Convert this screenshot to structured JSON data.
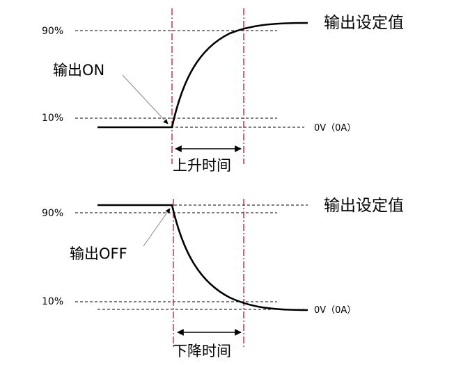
{
  "top": {
    "label_90": "90%",
    "label_10": "10%",
    "setpoint_label": "输出设定值",
    "zero_label": "0V（0A）",
    "event_label": "输出ON",
    "interval_label": "上升时间"
  },
  "bottom": {
    "label_90": "90%",
    "label_10": "10%",
    "setpoint_label": "输出设定值",
    "zero_label": "0V（0A）",
    "event_label": "输出OFF",
    "interval_label": "下降时间"
  },
  "colors": {
    "marker_line": "#c8102e",
    "curve": "#000000",
    "guide": "#000000"
  }
}
